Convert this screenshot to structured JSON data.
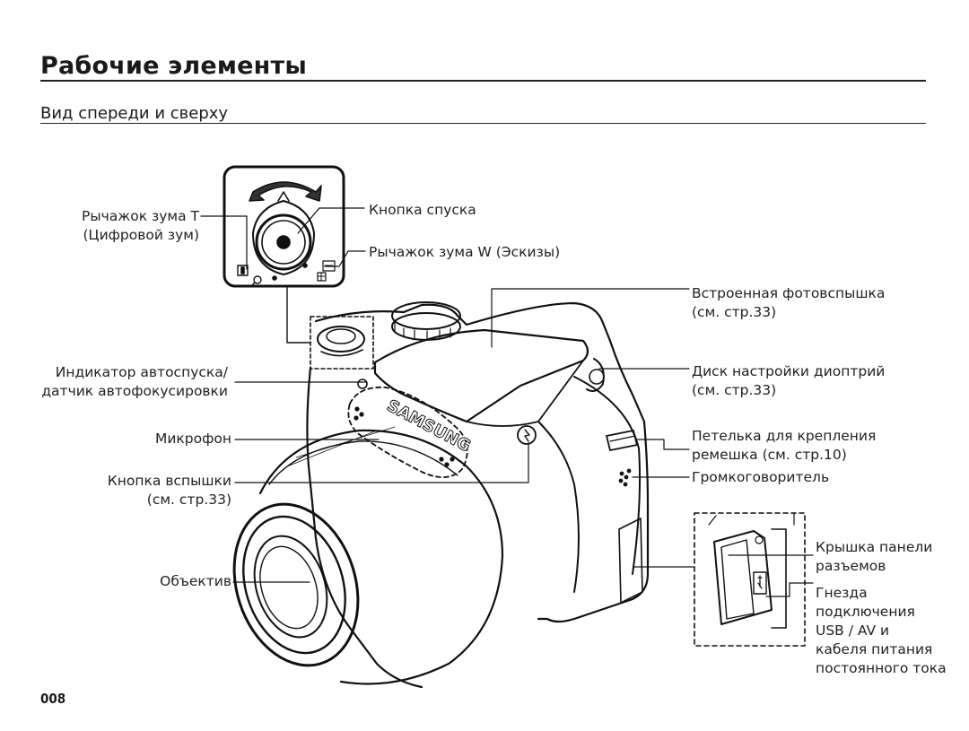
{
  "page": {
    "title": "Рабочие элементы",
    "subtitle": "Вид спереди и сверху",
    "page_number": "008"
  },
  "labels": {
    "zoom_t_1": "Рычажок зума T",
    "zoom_t_2": "(Цифровой зум)",
    "shutter": "Кнопка спуска",
    "zoom_w": "Рычажок зума W (Эскизы)",
    "flash_1": "Встроенная фотовспышка",
    "flash_2": "(см. стр.33)",
    "selftimer_1": "Индикатор автоспуска/",
    "selftimer_2": "датчик автофокусировки",
    "diopter_1": "Диск настройки диоптрий",
    "diopter_2": "(см. стр.33)",
    "microphone": "Микрофон",
    "strap_1": "Петелька для крепления",
    "strap_2": "ремешка (см. стр.10)",
    "flash_btn_1": "Кнопка вспышки",
    "flash_btn_2": "(см. стр.33)",
    "speaker": "Громкоговоритель",
    "lens": "Объектив",
    "cover_1": "Крышка панели",
    "cover_2": "разъемов",
    "port_1": "Гнезда",
    "port_2": "подключения",
    "port_3": "USB / AV и",
    "port_4": "кабеля питания",
    "port_5": "постоянного тока"
  },
  "camera": {
    "brand": "SAMSUNG"
  },
  "icons": [
    "zoom-t-icon",
    "zoom-w-icon",
    "zoom-arrow-icon",
    "flash-symbol-icon",
    "usb-symbol-icon"
  ]
}
